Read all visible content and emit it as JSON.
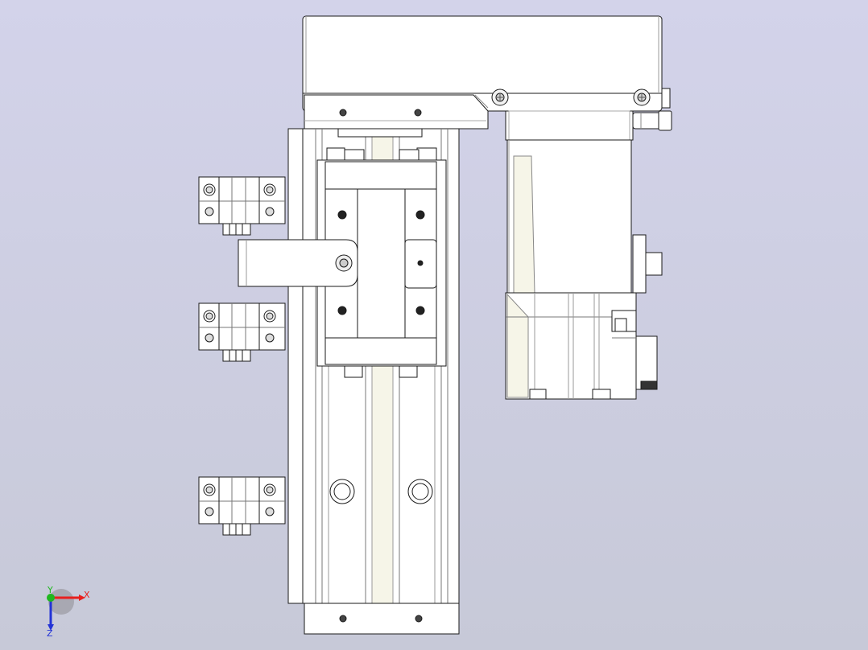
{
  "viewport": {
    "background_top": "#d3d3ea",
    "background_bottom": "#c7c9d8",
    "part_fill": "#ffffff",
    "part_stroke": "#1a1a1a",
    "shadow_fill": "#e9e9e2",
    "tint_fill": "#f6f5e8"
  },
  "triad": {
    "x_label": "X",
    "y_label": "Y",
    "z_label": "Z",
    "x_color": "#e8201e",
    "y_color": "#1fb81f",
    "z_color": "#2333d6"
  }
}
